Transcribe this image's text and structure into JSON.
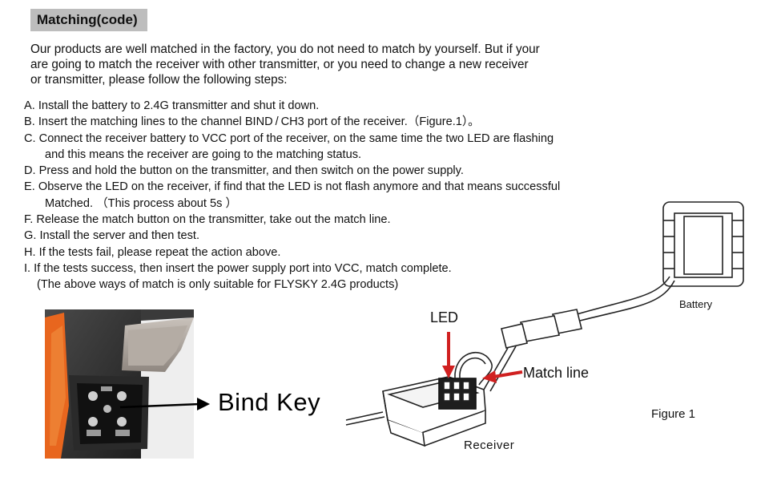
{
  "title": "Matching(code)",
  "intro": [
    "Our products are well matched in the factory, you do not need to match by yourself. But if your",
    "are going to match the receiver with other transmitter, or  you  need  to  change  a  new  receiver",
    "or  transmitter,   please follow the following steps:"
  ],
  "steps": [
    "A. Install the battery to 2.4G transmitter and shut it down.",
    "B. Insert the matching lines to the channel BIND / CH3  port of the receiver.（Figure.1）。",
    "C. Connect the receiver battery to VCC port of the receiver, on the same time the two LED are flashing",
    "and this means the receiver are going to the matching status.",
    "D. Press and hold the button on the transmitter, and then switch on the power supply.",
    "E.  Observe the LED on the receiver, if find that the LED is not flash anymore and that means successful",
    "Matched. （This process about 5s  ）",
    "F. Release the match button on the transmitter, take out the match line.",
    "G. Install the server and then test.",
    "H. If the tests fail, please repeat the action above.",
    "I. If the tests success, then insert the power supply port into VCC, match complete.",
    "(The above ways of match is only suitable for FLYSKY 2.4G products)"
  ],
  "labels": {
    "bind_key": "Bind Key",
    "led": "LED",
    "match_line": "Match line",
    "receiver": "Receiver",
    "battery": "Battery",
    "figure": "Figure 1"
  },
  "colors": {
    "arrow_red": "#d02020",
    "title_bg": "#bdbdbd",
    "transmitter_orange": "#e8661e"
  },
  "icons": {
    "transmitter_photo": "transmitter-bind-key-photo",
    "receiver_diagram": "receiver-diagram"
  }
}
